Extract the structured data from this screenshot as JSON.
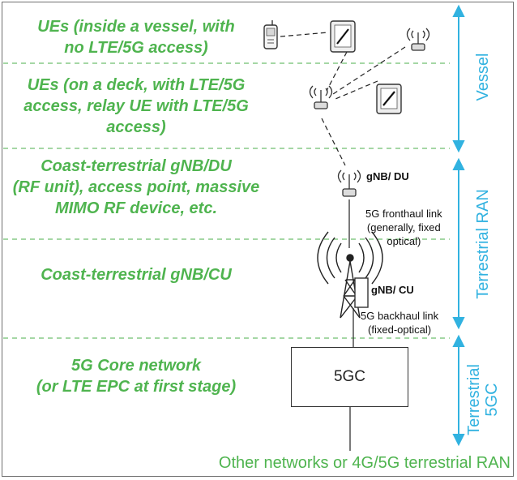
{
  "zones": [
    {
      "label_lines": [
        "UEs (inside a vessel, with",
        "no LTE/5G access)"
      ]
    },
    {
      "label_lines": [
        "UEs (on a deck, with LTE/5G",
        "access, relay UE with LTE/5G",
        "access)"
      ]
    },
    {
      "label_lines": [
        "Coast-terrestrial gNB/DU",
        "(RF unit), access point, massive",
        "MIMO RF device, etc."
      ]
    },
    {
      "label_lines": [
        "Coast-terrestrial gNB/CU"
      ]
    },
    {
      "label_lines": [
        "5G Core network",
        "(or LTE EPC at first stage)"
      ]
    }
  ],
  "side_labels": {
    "vessel": "Vessel",
    "terrestrial_ran": "Terrestrial RAN",
    "terrestrial_5gc_line1": "Terrestrial",
    "terrestrial_5gc_line2": "5GC"
  },
  "nodes": {
    "du_label": "gNB/ DU",
    "cu_label": "gNB/ CU",
    "core_label": "5GC"
  },
  "links": {
    "fronthaul_lines": [
      "5G fronthaul link",
      "(generally, fixed",
      "optical)"
    ],
    "backhaul_lines": [
      "5G backhaul link",
      "(fixed-optical)"
    ]
  },
  "footer": "Other networks or 4G/5G terrestrial RAN",
  "colors": {
    "zone_text": "#4fb44f",
    "side_text": "#31b2e0",
    "divider": "#6fbf6f",
    "arrow": "#31b2e0"
  }
}
